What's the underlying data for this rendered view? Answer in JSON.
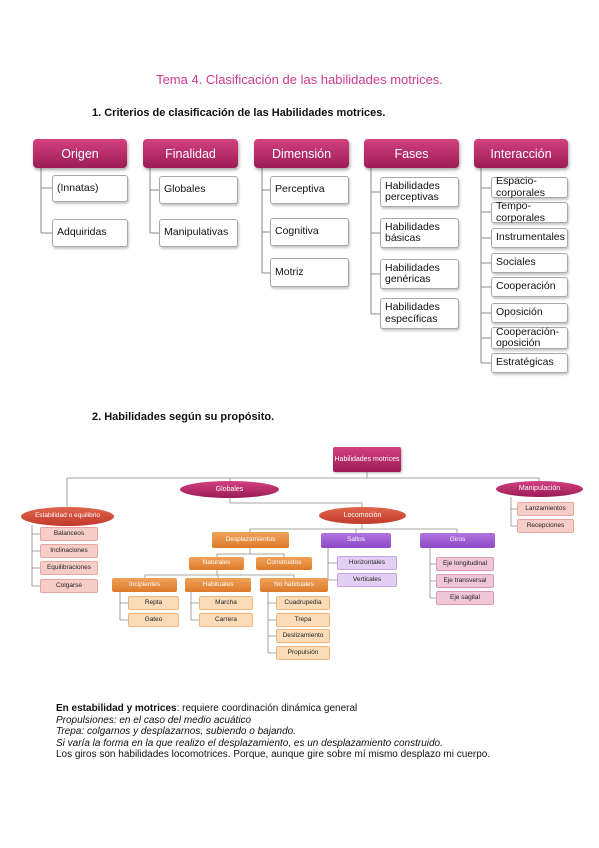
{
  "title": "Tema 4. Clasificación de las habilidades motrices.",
  "section1": {
    "heading": "1.  Criterios de clasificación de las Habilidades motrices.",
    "columns": [
      {
        "label": "Origen",
        "items": [
          "(Innatas)",
          "Adquiridas"
        ]
      },
      {
        "label": "Finalidad",
        "items": [
          "Globales",
          "Manipulativas"
        ]
      },
      {
        "label": "Dimensión",
        "items": [
          "Perceptiva",
          "Cognitiva",
          "Motriz"
        ]
      },
      {
        "label": "Fases",
        "items": [
          "Habilidades perceptivas",
          "Habilidades básicas",
          "Habilidades genéricas",
          "Habilidades específicas"
        ]
      },
      {
        "label": "Interacción",
        "items": [
          "Espacio-corporales",
          "Tempo-corporales",
          "Instrumentales",
          "Sociales",
          "Cooperación",
          "Oposición",
          "Cooperación-oposición",
          "Estratégicas"
        ]
      }
    ]
  },
  "section2": {
    "heading": "2.  Habilidades según su propósito.",
    "root": "Habilidades motrices",
    "globales": "Globales",
    "manipulacion": "Manipulación",
    "estabilidad": "Estabilidad o equilibrio",
    "estabilidad_items": [
      "Balanceos",
      "Inclinaciones",
      "Equilibraciones",
      "Colgarse"
    ],
    "manipulacion_items": [
      "Lanzamientos",
      "Recepciones"
    ],
    "locomocion": "Locomoción",
    "desplazamientos": "Desplazamientos",
    "naturales": "Naturales",
    "construidos": "Construidos",
    "incipientes": "Incipientes",
    "incipientes_items": [
      "Repta",
      "Gateo"
    ],
    "habituales": "Habituales",
    "habituales_items": [
      "Marcha",
      "Carrera"
    ],
    "no_habituales": "No habituales",
    "no_habituales_items": [
      "Cuadrupedia",
      "Trepa",
      "Deslizamiento",
      "Propulsión"
    ],
    "saltos": "Saltos",
    "saltos_items": [
      "Horizontales",
      "Verticales"
    ],
    "giros": "Giros",
    "giros_items": [
      "Eje longitudinal",
      "Eje transversal",
      "Eje sagital"
    ]
  },
  "notes": {
    "line1_bold": "En estabilidad y motrices",
    "line1_rest": ": requiere coordinación dinámica general",
    "line2": "Propulsiones: en el caso del medio acuático",
    "line3": "Trepa: colgarnos y desplazarnos, subiendo o bajando.",
    "line4": "Si varía la forma en la que realizo el desplazamiento, es un desplazamiento construido.",
    "line5": "Los giros son habilidades locomotrices. Porque, aunque gire sobre mí mismo desplazo mi cuerpo."
  }
}
